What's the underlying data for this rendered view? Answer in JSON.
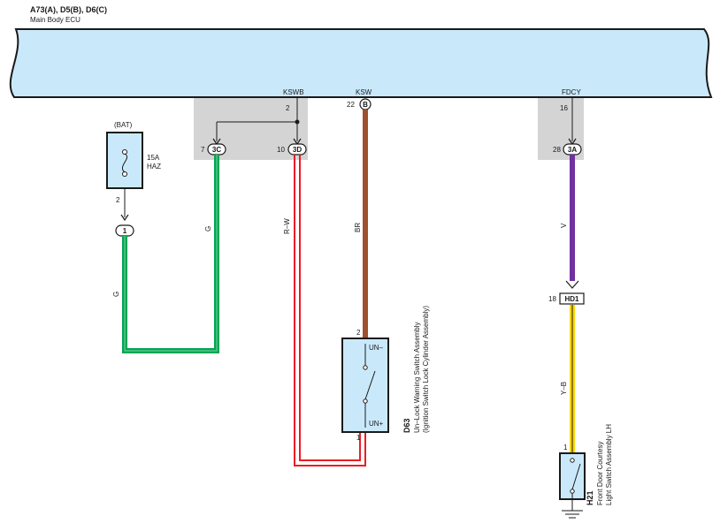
{
  "ecu": {
    "connectors": "A73(A), D5(B), D6(C)",
    "name": "Main Body ECU",
    "terminals": {
      "kswb": {
        "name": "KSWB",
        "pin": "2"
      },
      "ksw": {
        "name": "KSW",
        "pin": "22",
        "conn": "B"
      },
      "fdcy": {
        "name": "FDCY",
        "pin": "16"
      }
    }
  },
  "junctions": {
    "j3c": {
      "pin": "7",
      "label": "3C"
    },
    "j3d": {
      "pin": "10",
      "label": "3D"
    },
    "j3a": {
      "pin": "28",
      "label": "3A"
    }
  },
  "fuse": {
    "source": "(BAT)",
    "rating": "15A",
    "name": "HAZ",
    "out_pin": "2",
    "conn_label": "1"
  },
  "wires": {
    "g1": "G",
    "g2": "G",
    "rw": "R–W",
    "br": "BR",
    "v": "V",
    "yb": "Y–B"
  },
  "wire_colors": {
    "G": "#00a651",
    "R": "#ed1c24",
    "BR": "#a0522d",
    "V": "#7030a0",
    "Y": "#ffd700"
  },
  "d63": {
    "code": "D63",
    "name": "Un–Lock Warning Switch Assembly",
    "sub": "(Ignition Switch Lock Cylinder Assembly)",
    "pin_top": "2",
    "pin_bottom": "1",
    "term_top": "UN–",
    "term_bottom": "UN+"
  },
  "hd1": {
    "pin": "18",
    "label": "HD1"
  },
  "h21": {
    "code": "H21",
    "name_line1": "Front Door Courtesy",
    "name_line2": "Light Switch Assembly LH",
    "pin": "1"
  }
}
